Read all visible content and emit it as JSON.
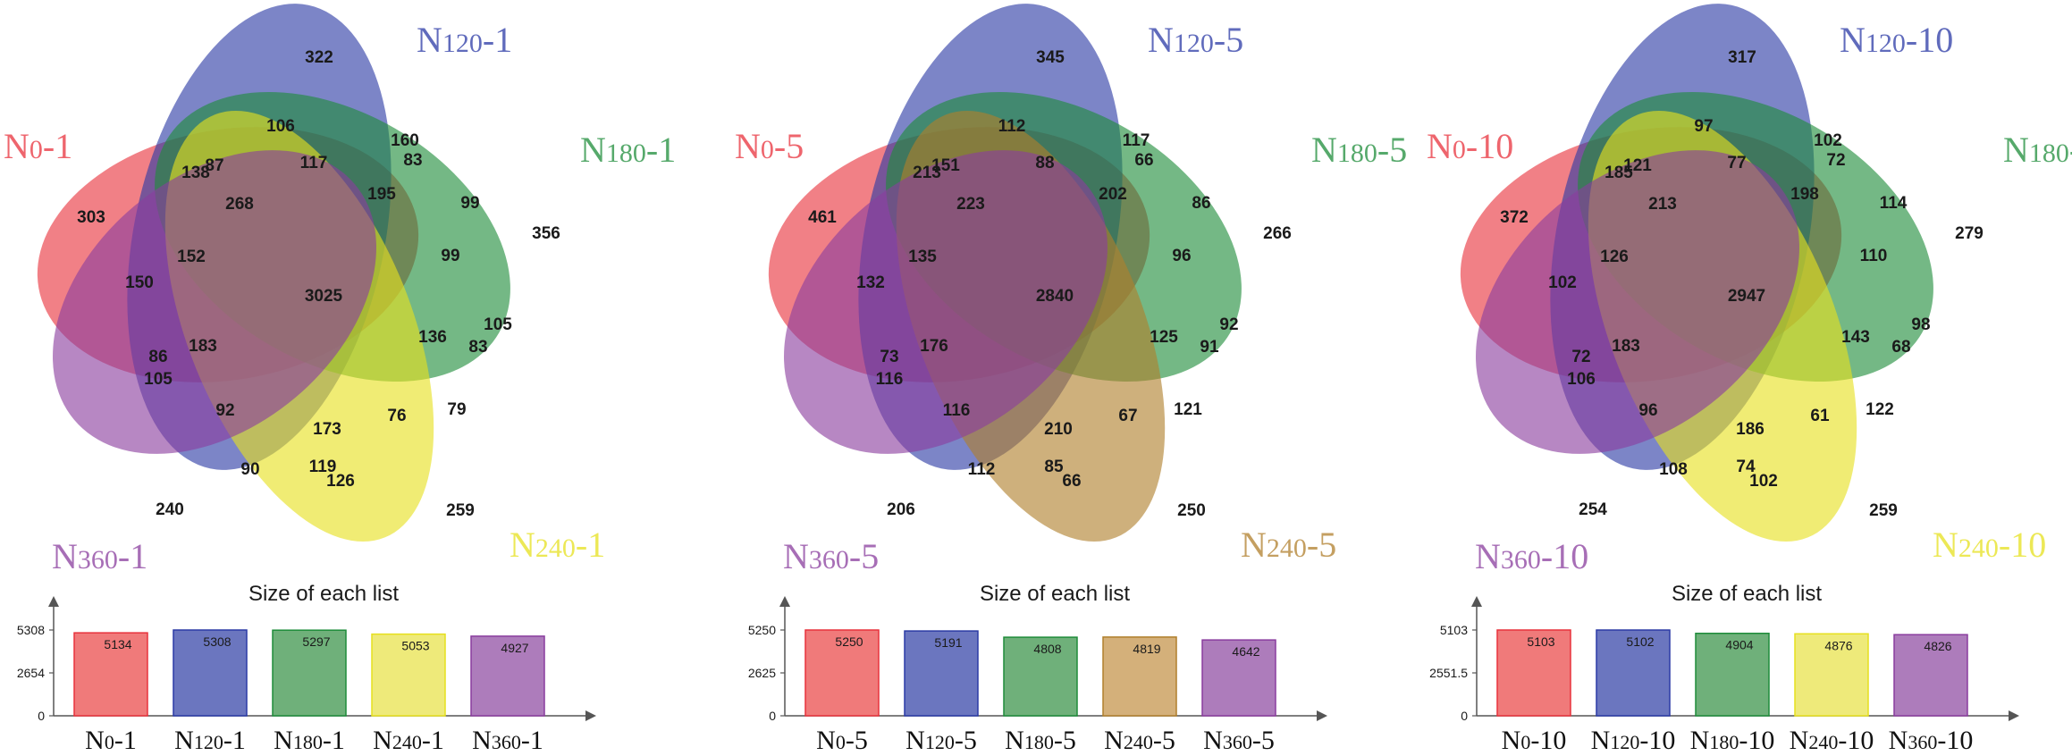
{
  "chart_data": [
    {
      "type": "venn",
      "sets": [
        {
          "label": "N",
          "sub": "0",
          "suffix": "-1",
          "color": "#e8323c"
        },
        {
          "label": "N",
          "sub": "120",
          "suffix": "-1",
          "color": "#2b3aa5"
        },
        {
          "label": "N",
          "sub": "180",
          "suffix": "-1",
          "color": "#1e8c3a"
        },
        {
          "label": "N",
          "sub": "240",
          "suffix": "-1",
          "color": "#e6e01e"
        },
        {
          "label": "N",
          "sub": "360",
          "suffix": "-1",
          "color": "#8a3d9e"
        }
      ],
      "region_values": [
        "303",
        "322",
        "356",
        "259",
        "240",
        "106",
        "160",
        "138",
        "87",
        "117",
        "268",
        "195",
        "83",
        "99",
        "152",
        "150",
        "99",
        "3025",
        "183",
        "86",
        "105",
        "136",
        "105",
        "83",
        "92",
        "173",
        "76",
        "79",
        "90",
        "119",
        "126"
      ],
      "bar_chart": {
        "title": "Size of each list",
        "yticks": [
          "0",
          "2654",
          "5308"
        ],
        "ymax": 5308,
        "values": [
          5134,
          5308,
          5297,
          5053,
          4927
        ],
        "colors": [
          "#f07a7a",
          "#6b76bf",
          "#6fb07a",
          "#eeea7a",
          "#ad7cbb"
        ]
      }
    },
    {
      "type": "venn",
      "sets": [
        {
          "label": "N",
          "sub": "0",
          "suffix": "-5",
          "color": "#e8323c"
        },
        {
          "label": "N",
          "sub": "120",
          "suffix": "-5",
          "color": "#2b3aa5"
        },
        {
          "label": "N",
          "sub": "180",
          "suffix": "-5",
          "color": "#1e8c3a"
        },
        {
          "label": "N",
          "sub": "240",
          "suffix": "-5",
          "color": "#b07f2c"
        },
        {
          "label": "N",
          "sub": "360",
          "suffix": "-5",
          "color": "#8a3d9e"
        }
      ],
      "region_values": [
        "461",
        "345",
        "266",
        "250",
        "206",
        "112",
        "117",
        "213",
        "151",
        "88",
        "223",
        "202",
        "66",
        "86",
        "135",
        "132",
        "96",
        "2840",
        "176",
        "73",
        "116",
        "125",
        "92",
        "91",
        "116",
        "210",
        "67",
        "121",
        "112",
        "85",
        "66"
      ],
      "bar_chart": {
        "title": "Size of each list",
        "yticks": [
          "0",
          "2625",
          "5250"
        ],
        "ymax": 5250,
        "values": [
          5250,
          5191,
          4808,
          4819,
          4642
        ],
        "colors": [
          "#f07a7a",
          "#6b76bf",
          "#6fb07a",
          "#d4b07a",
          "#ad7cbb"
        ]
      }
    },
    {
      "type": "venn",
      "sets": [
        {
          "label": "N",
          "sub": "0",
          "suffix": "-10",
          "color": "#e8323c"
        },
        {
          "label": "N",
          "sub": "120",
          "suffix": "-10",
          "color": "#2b3aa5"
        },
        {
          "label": "N",
          "sub": "180",
          "suffix": "-10",
          "color": "#1e8c3a"
        },
        {
          "label": "N",
          "sub": "240",
          "suffix": "-10",
          "color": "#e6e01e"
        },
        {
          "label": "N",
          "sub": "360",
          "suffix": "-10",
          "color": "#8a3d9e"
        }
      ],
      "region_values": [
        "372",
        "317",
        "279",
        "259",
        "254",
        "97",
        "102",
        "185",
        "121",
        "77",
        "213",
        "198",
        "72",
        "114",
        "126",
        "102",
        "110",
        "2947",
        "183",
        "72",
        "106",
        "143",
        "98",
        "68",
        "96",
        "186",
        "61",
        "122",
        "108",
        "74",
        "102"
      ],
      "bar_chart": {
        "title": "Size of each list",
        "yticks": [
          "0",
          "2551.5",
          "5103"
        ],
        "ymax": 5103,
        "values": [
          5103,
          5102,
          4904,
          4876,
          4826
        ],
        "colors": [
          "#f07a7a",
          "#6b76bf",
          "#6fb07a",
          "#eeea7a",
          "#ad7cbb"
        ]
      }
    }
  ]
}
